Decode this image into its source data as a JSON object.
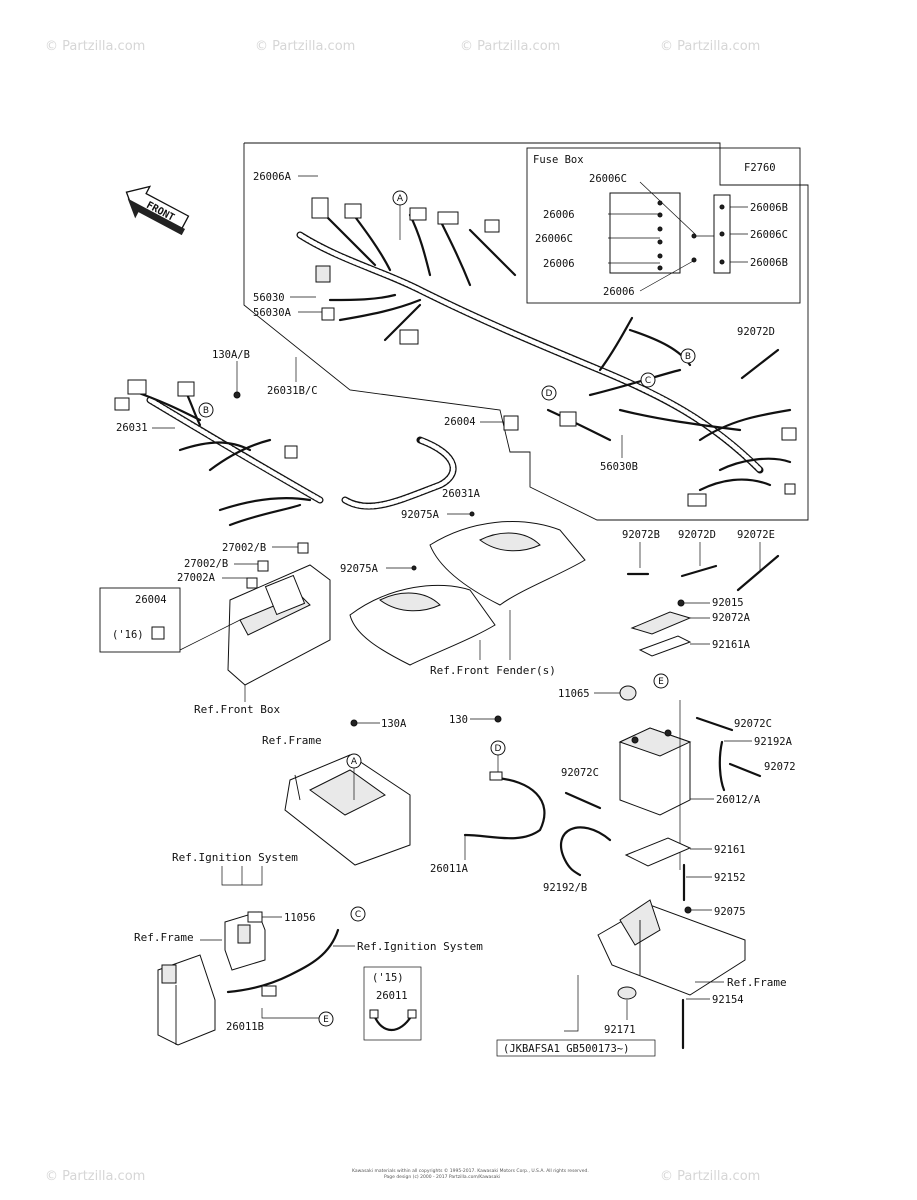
{
  "diagram_code": "F2760",
  "front_arrow": {
    "label": "FRONT"
  },
  "fuse_box": {
    "title": "Fuse Box",
    "labels": [
      "26006C",
      "26006",
      "26006C",
      "26006",
      "26006",
      "26006B",
      "26006C",
      "26006B"
    ]
  },
  "callouts": {
    "26006A": "26006A",
    "56030": "56030",
    "56030A": "56030A",
    "26031BC": "26031B/C",
    "130AB": "130A/B",
    "26031": "26031",
    "92072D_top": "92072D",
    "26004_a": "26004",
    "56030B": "56030B",
    "26031A": "26031A",
    "92075A_a": "92075A",
    "92075A_b": "92075A",
    "27002B_a": "27002/B",
    "27002B_b": "27002/B",
    "27002A": "27002A",
    "26004_b": "26004",
    "year16": "('16)",
    "92072B": "92072B",
    "92072D_mid": "92072D",
    "92072E": "92072E",
    "92015": "92015",
    "92072A": "92072A",
    "92161A": "92161A",
    "11065": "11065",
    "130A": "130A",
    "130": "130",
    "92072C_a": "92072C",
    "92192A": "92192A",
    "92072": "92072",
    "92072C_b": "92072C",
    "26012A": "26012/A",
    "26011A": "26011A",
    "92161": "92161",
    "92192B": "92192/B",
    "92152": "92152",
    "11056": "11056",
    "92075": "92075",
    "26011B": "26011B",
    "year15": "('15)",
    "26011": "26011",
    "92171": "92171",
    "92154": "92154",
    "serial": "(JKBAFSA1 GB500173~)"
  },
  "references": {
    "front_fenders": "Ref.Front Fender(s)",
    "front_box": "Ref.Front Box",
    "frame_a": "Ref.Frame",
    "ignition_a": "Ref.Ignition System",
    "frame_b": "Ref.Frame",
    "ignition_b": "Ref.Ignition System",
    "frame_c": "Ref.Frame"
  },
  "circle_markers": [
    "A",
    "B",
    "B",
    "C",
    "D",
    "A",
    "D",
    "E",
    "C",
    "E"
  ],
  "watermark": "© Partzilla.com",
  "footer_line1": "Kawasaki materials within all copyrights © 1995-2017. Kawasaki Motors Corp., U.S.A. All rights reserved.",
  "footer_line2": "Page design (c) 2000 - 2017 Partzilla.com/Kawasaki"
}
